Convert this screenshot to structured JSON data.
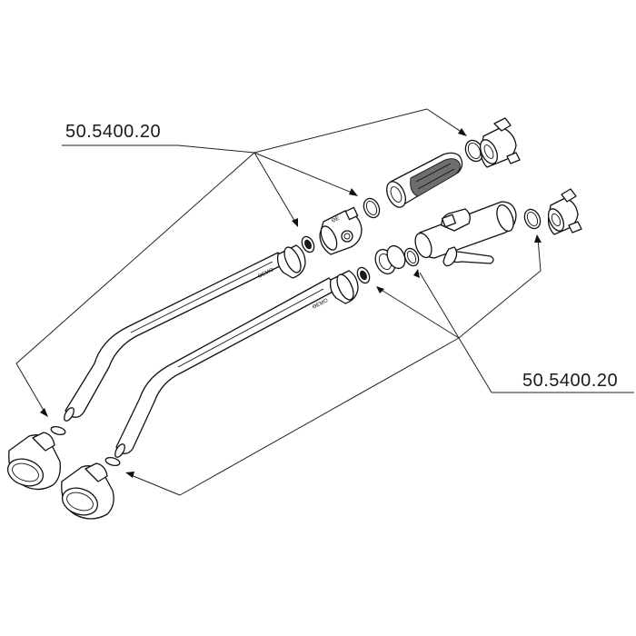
{
  "labels": {
    "top_part_number": "50.5400.20",
    "bottom_part_number": "50.5400.20"
  },
  "brand_marks": {
    "hose_mark_1": "ӨEMO",
    "hose_mark_2": "ӨEMO"
  },
  "colors": {
    "line": "#222222",
    "grip": "#6e6e6e",
    "background": "#ffffff"
  }
}
